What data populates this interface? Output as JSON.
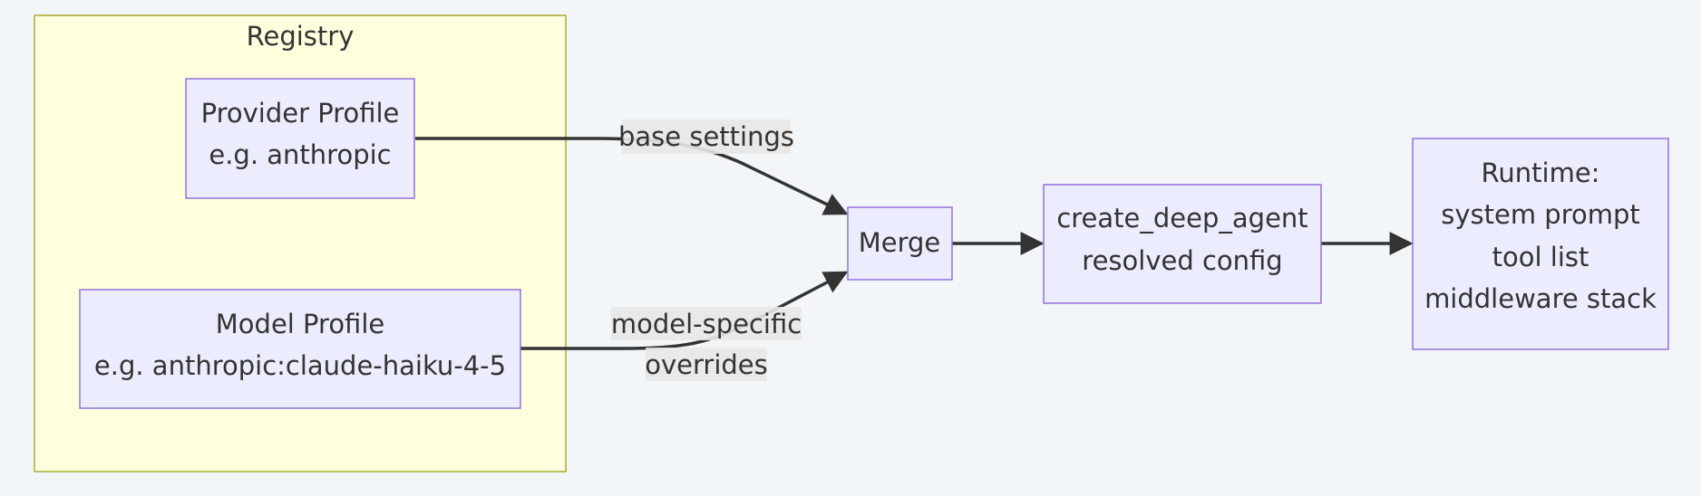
{
  "cluster": {
    "title": "Registry"
  },
  "nodes": {
    "provider_profile": {
      "line1": "Provider Profile",
      "line2": "e.g. anthropic"
    },
    "model_profile": {
      "line1": "Model Profile",
      "line2": "e.g. anthropic:claude-haiku-4-5"
    },
    "merge": {
      "line1": "Merge"
    },
    "create_agent": {
      "line1": "create_deep_agent",
      "line2": "resolved config"
    },
    "runtime": {
      "line1": "Runtime:",
      "line2": "system prompt",
      "line3": "tool list",
      "line4": "middleware stack"
    }
  },
  "edges": {
    "provider_to_merge": {
      "label": "base settings"
    },
    "model_to_merge": {
      "label_line1": "model-specific",
      "label_line2": "overrides"
    }
  },
  "colors": {
    "background": "#f3f6f9",
    "cluster_fill": "#ffffde",
    "cluster_stroke": "#aaaa33",
    "node_fill": "#ececff",
    "node_stroke": "#9370db",
    "edge": "#333333",
    "edge_label_bg": "#e8e8e8",
    "text": "#333333"
  }
}
